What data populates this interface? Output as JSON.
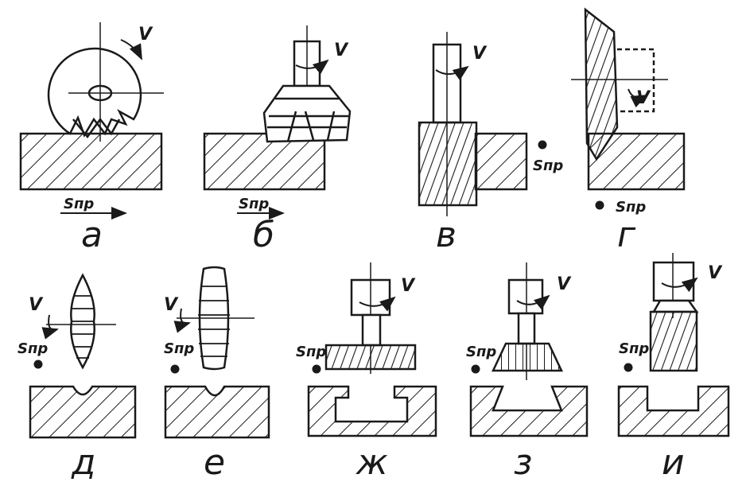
{
  "panels": [
    {
      "caption": "а",
      "velocity": "V",
      "feed": "Sпр"
    },
    {
      "caption": "б",
      "velocity": "V",
      "feed": "Sпр"
    },
    {
      "caption": "в",
      "velocity": "V",
      "feed": "Sпр"
    },
    {
      "caption": "г",
      "velocity": "V",
      "feed": "Sпр"
    },
    {
      "caption": "д",
      "velocity": "V",
      "feed": "Sпр"
    },
    {
      "caption": "е",
      "velocity": "V",
      "feed": "Sпр"
    },
    {
      "caption": "ж",
      "velocity": "V",
      "feed": "Sпр"
    },
    {
      "caption": "з",
      "velocity": "V",
      "feed": "Sпр"
    },
    {
      "caption": "и",
      "velocity": "V",
      "feed": "Sпр"
    }
  ],
  "colors": {
    "ink": "#1a1a1a",
    "paper": "#ffffff"
  }
}
